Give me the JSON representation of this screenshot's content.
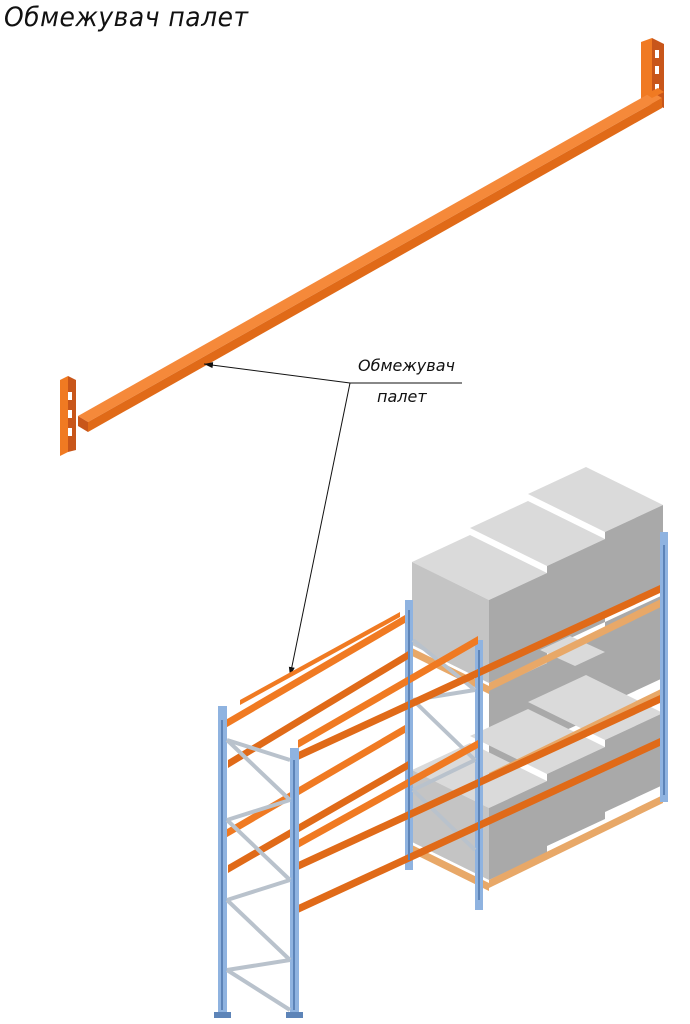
{
  "title": "Обмежувач палет",
  "callout": {
    "line1": "Обмежувач",
    "line2": "палет"
  },
  "colors": {
    "beam": "#f07a22",
    "beam_dark": "#c8561a",
    "upright": "#8fb3e0",
    "upright_dark": "#5d84b8",
    "brace": "#b9c2cc",
    "box_top": "#dadada",
    "box_left": "#c4c4c4",
    "box_right": "#a9a9a9",
    "pallet": "#e8a868"
  },
  "icons": [
    "pallet-stopper-bar",
    "pallet-rack",
    "pallet-load"
  ]
}
